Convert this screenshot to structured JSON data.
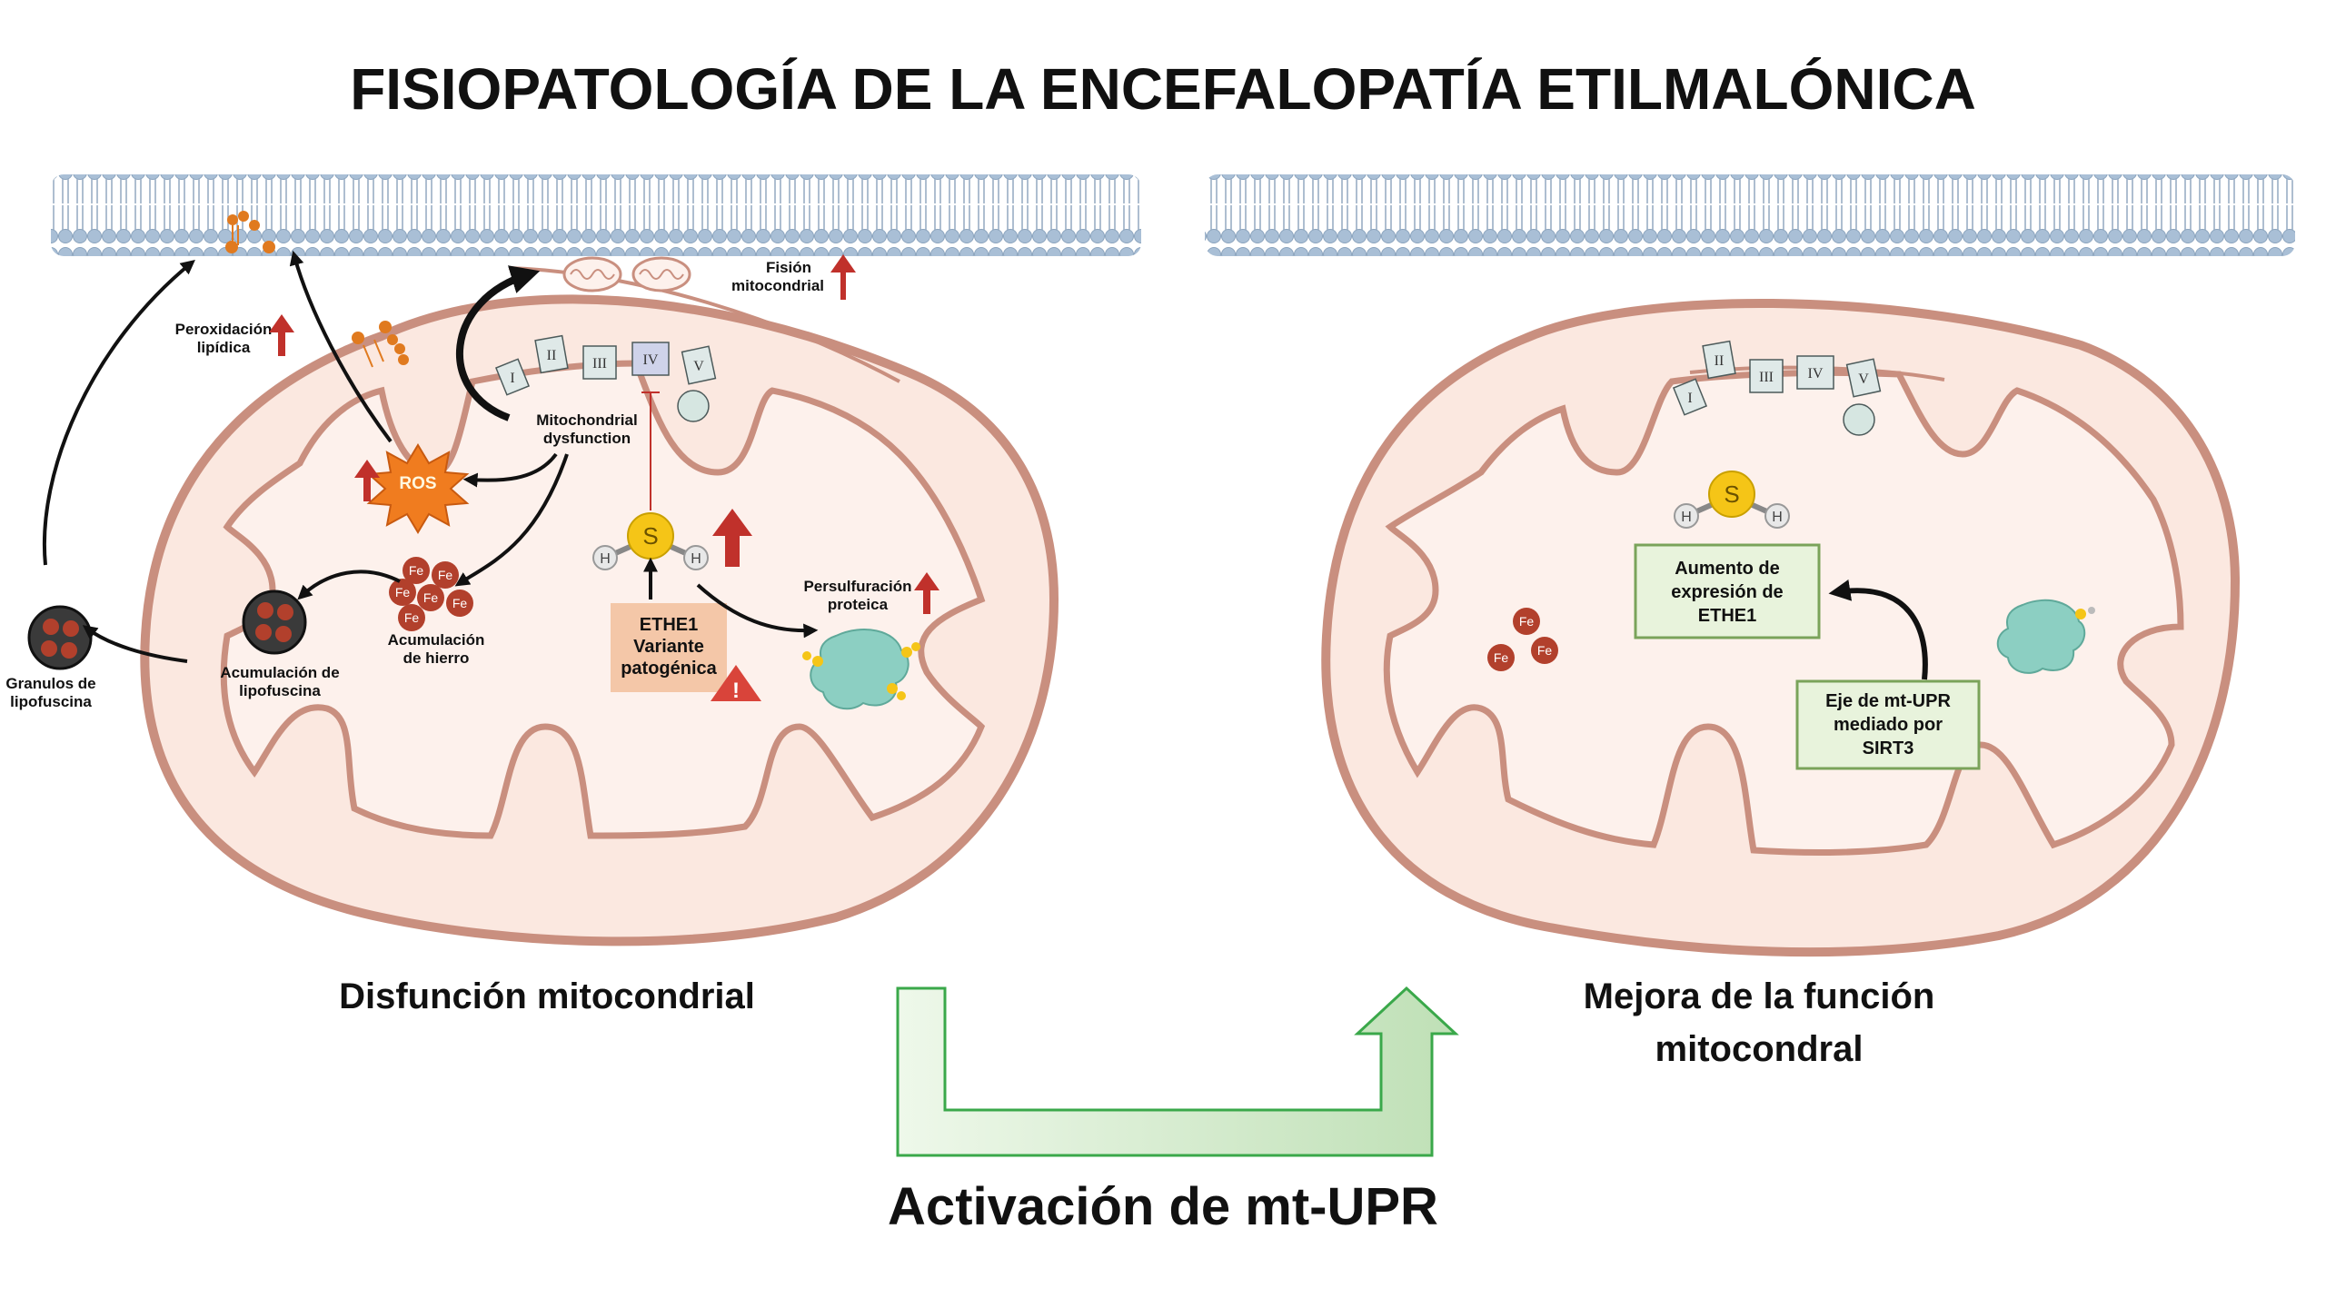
{
  "title": "FISIOPATOLOGÍA DE LA ENCEFALOPATÍA ETILMALÓNICA",
  "left_panel": {
    "caption": "Disfunción mitocondrial",
    "complexes": [
      "I",
      "II",
      "III",
      "IV",
      "V"
    ],
    "labels": {
      "peroxidation_1": "Peroxidación",
      "peroxidation_2": "lipídica",
      "fission_1": "Fisión",
      "fission_2": "mitocondrial",
      "mito_dysfunction_1": "Mitochondrial",
      "mito_dysfunction_2": "dysfunction",
      "ros": "ROS",
      "iron_1": "Acumulación",
      "iron_2": "de hierro",
      "lipofuscin_acc_1": "Acumulación de",
      "lipofuscin_acc_2": "lipofuscina",
      "granules_1": "Granulos de",
      "granules_2": "lipofuscina",
      "persulf_1": "Persulfuración",
      "persulf_2": "proteica",
      "ethe1_1": "ETHE1",
      "ethe1_2": "Variante",
      "ethe1_3": "patogénica",
      "iron_symbol": "Fe",
      "sulfur_symbol": "S",
      "hydrogen_symbol": "H",
      "warning_symbol": "!"
    }
  },
  "right_panel": {
    "caption_1": "Mejora de la función",
    "caption_2": "mitocondral",
    "complexes": [
      "I",
      "II",
      "III",
      "IV",
      "V"
    ],
    "labels": {
      "ethe1_box_1": "Aumento de",
      "ethe1_box_2": "expresión de",
      "ethe1_box_3": "ETHE1",
      "sirt3_box_1": "Eje de mt-UPR",
      "sirt3_box_2": "mediado por",
      "sirt3_box_3": "SIRT3",
      "iron_symbol": "Fe",
      "sulfur_symbol": "S",
      "hydrogen_symbol": "H"
    }
  },
  "bottom_label": "Activación de mt-UPR",
  "colors": {
    "membrane": "#a9bfd6",
    "mito_outer": "#c98f7f",
    "mito_fill": "#fbe8e0",
    "arrow_red": "#c0312b",
    "iron": "#b2402c",
    "ros": "#f07c1f",
    "box_orange": "#f4c7a8",
    "box_green": "#e8f3dc",
    "box_green_border": "#7aa35a",
    "flow_arrow": "#c8e6c2"
  }
}
